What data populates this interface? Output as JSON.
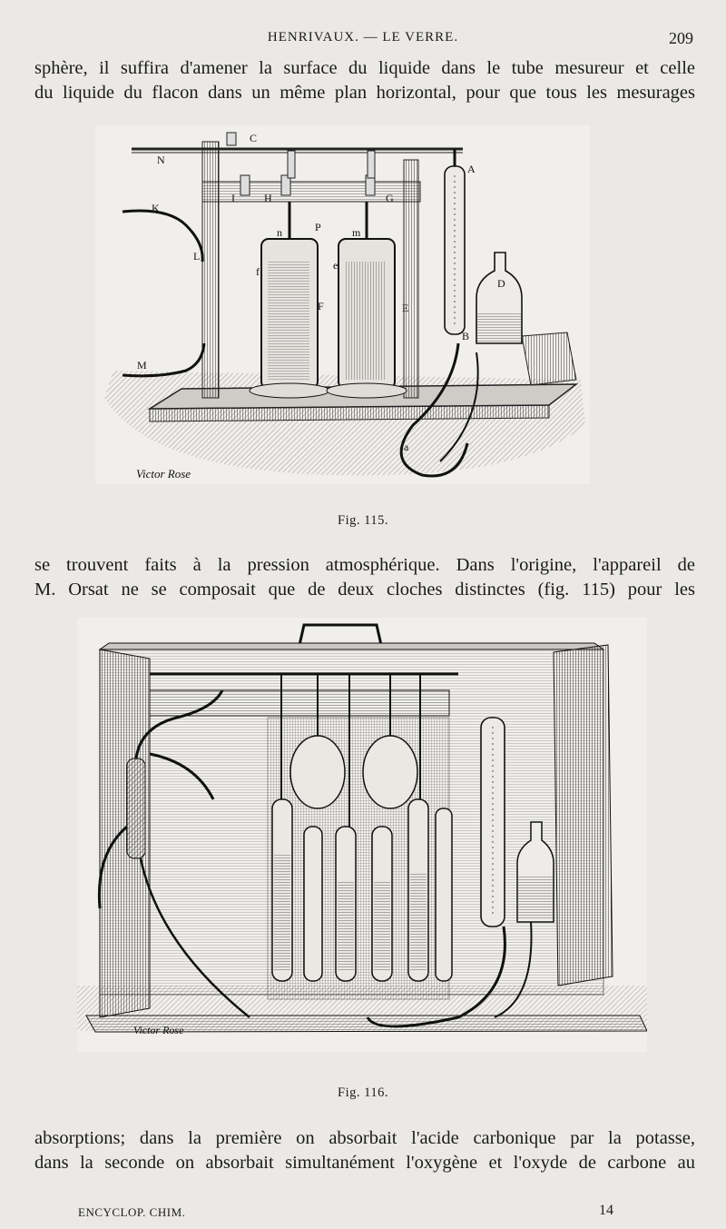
{
  "header": {
    "title": "HENRIVAUX. — LE VERRE.",
    "page_number": "209"
  },
  "paragraph_top": [
    "sphère, il suffira d'amener la surface du liquide dans le tube mesureur et celle",
    "du liquide du flacon dans un même plan horizontal, pour que tous les mesurages"
  ],
  "figure_115": {
    "caption": "Fig. 115.",
    "labels": [
      "N",
      "C",
      "K",
      "L",
      "M",
      "H",
      "G",
      "I",
      "P",
      "n",
      "m",
      "f",
      "e",
      "F",
      "E",
      "A",
      "D",
      "B",
      "a"
    ],
    "signature": "Victor Rose"
  },
  "paragraph_middle": [
    "se trouvent faits à la pression atmosphérique. Dans l'origine, l'appareil de",
    "M. Orsat ne se composait que de deux cloches distinctes (fig. 115) pour les"
  ],
  "figure_116": {
    "caption": "Fig. 116.",
    "signature": "Victor Rose"
  },
  "paragraph_bottom": [
    "absorptions; dans la première on absorbait l'acide carbonique par la potasse,",
    "dans la seconde on absorbait simultanément l'oxygène et l'oxyde de carbone au"
  ],
  "footer": {
    "left": "ENCYCLOP. CHIM.",
    "right": "14"
  }
}
